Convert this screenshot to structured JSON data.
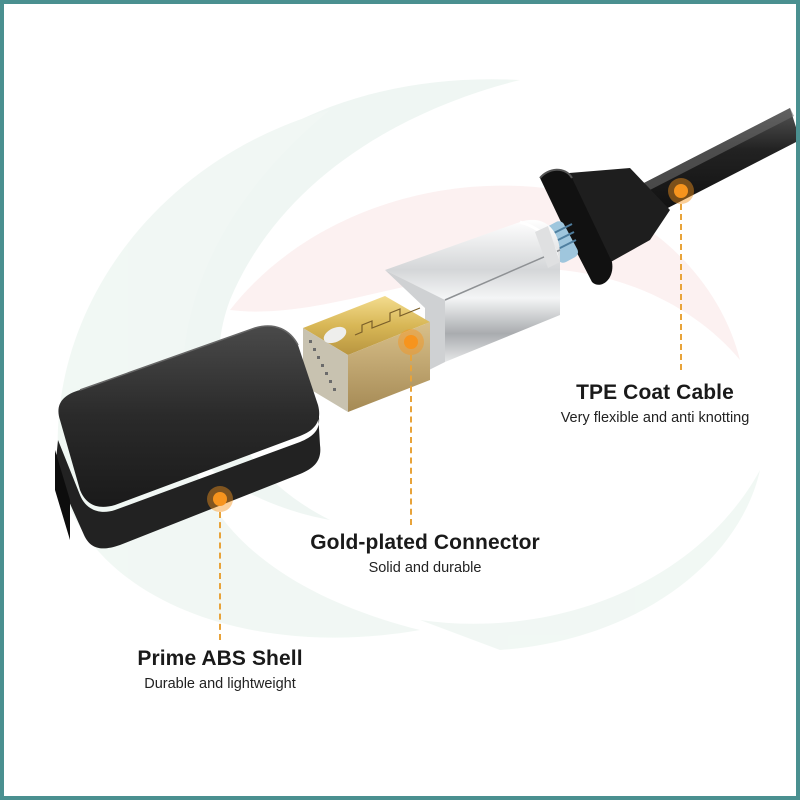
{
  "frame": {
    "border_color": "#4a9090"
  },
  "accent_color": "#f7941d",
  "features": [
    {
      "id": "tpe-coat-cable",
      "title": "TPE Coat Cable",
      "subtitle": "Very flexible and anti knotting",
      "marker_icon": "orange-dot-icon"
    },
    {
      "id": "gold-plated-connector",
      "title": "Gold-plated Connector",
      "subtitle": "Solid and durable",
      "marker_icon": "orange-dot-icon"
    },
    {
      "id": "prime-abs-shell",
      "title": "Prime ABS Shell",
      "subtitle": "Durable and lightweight",
      "marker_icon": "orange-dot-icon"
    }
  ],
  "product": {
    "parts": [
      "black-cable",
      "cable-strain-relief",
      "silver-metal-housing",
      "gold-plated-plug",
      "black-abs-shell-cap"
    ]
  }
}
